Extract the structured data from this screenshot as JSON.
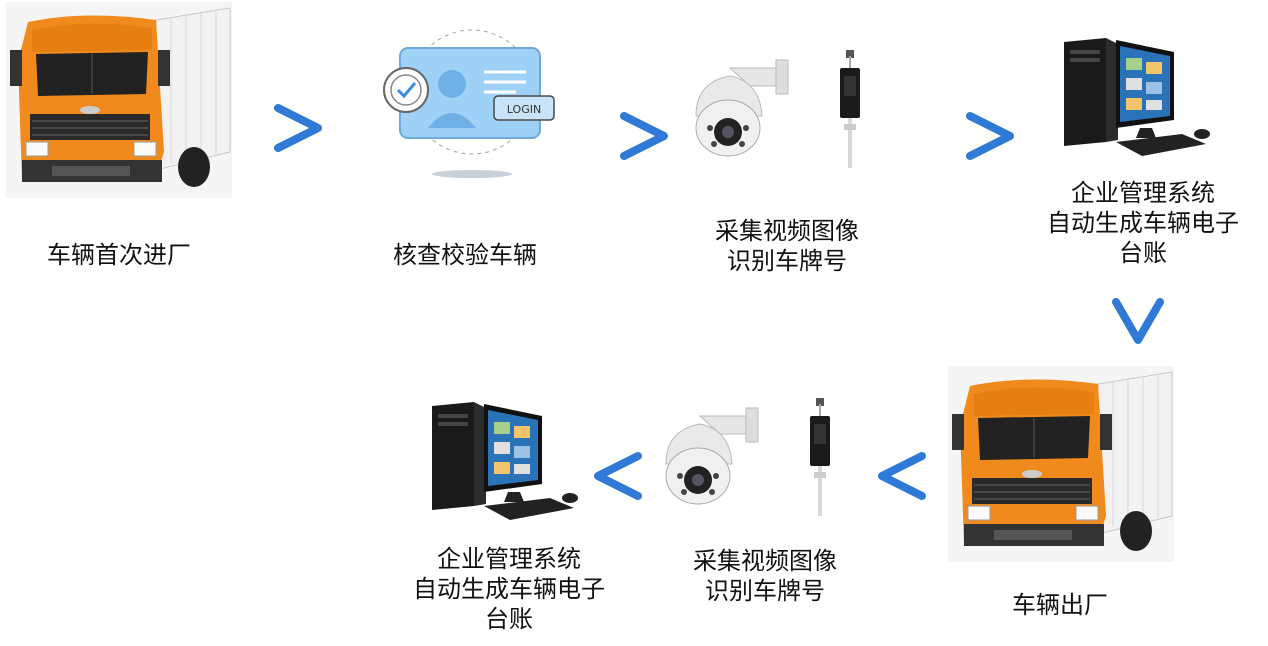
{
  "steps": [
    {
      "id": "entry",
      "label": [
        "车辆首次进厂"
      ]
    },
    {
      "id": "verify",
      "label": [
        "核查校验车辆"
      ],
      "badge": "LOGIN"
    },
    {
      "id": "capture1",
      "label": [
        "采集视频图像",
        "识别车牌号"
      ]
    },
    {
      "id": "ledger1",
      "label": [
        "企业管理系统",
        "自动生成车辆电子",
        "台账"
      ]
    },
    {
      "id": "exit",
      "label": [
        "车辆出厂"
      ]
    },
    {
      "id": "capture2",
      "label": [
        "采集视频图像",
        "识别车牌号"
      ]
    },
    {
      "id": "ledger2",
      "label": [
        "企业管理系统",
        "自动生成车辆电子",
        "台账"
      ]
    }
  ],
  "colors": {
    "arrow": "#2f7ad6",
    "truck": "#f08a1c",
    "card": "#9fd0f5",
    "screen": "#2b73b8"
  }
}
